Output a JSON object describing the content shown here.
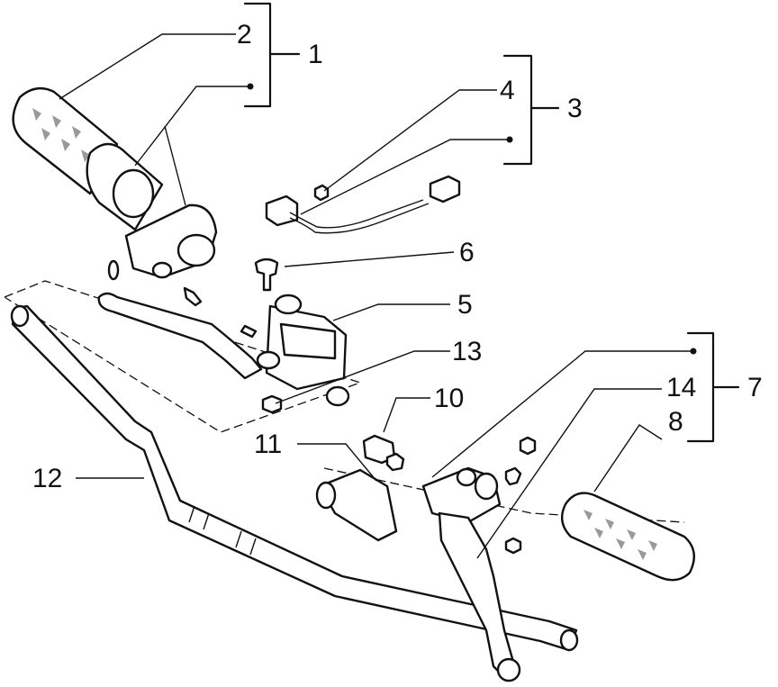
{
  "labels": {
    "l1": "1",
    "l2": "2",
    "l3": "3",
    "l4": "4",
    "l5": "5",
    "l6": "6",
    "l7": "7",
    "l8": "8",
    "l10": "10",
    "l11": "11",
    "l12": "12",
    "l13": "13",
    "l14": "14"
  }
}
